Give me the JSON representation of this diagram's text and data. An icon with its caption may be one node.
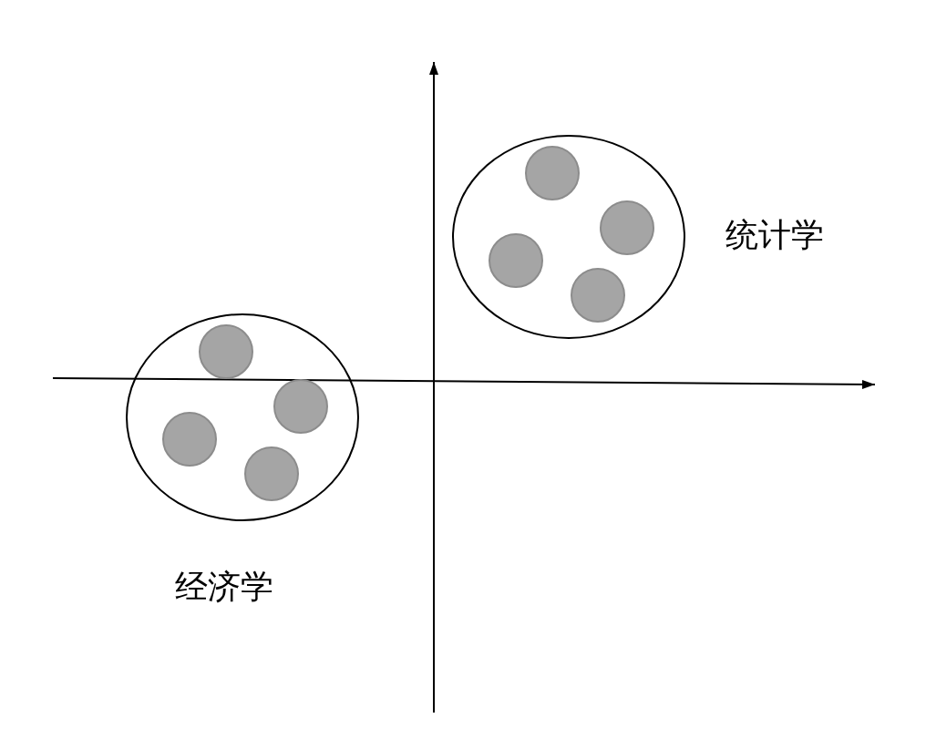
{
  "diagram": {
    "nodes": [
      {
        "text": [],
        "shape": "ellipse",
        "beside": [
          "统计学"
        ]
      },
      {
        "text": [],
        "shape": "circle",
        "in": 0
      },
      {
        "text": [],
        "shape": "circle",
        "in": 0
      },
      {
        "text": [],
        "shape": "circle",
        "in": 0
      },
      {
        "text": [],
        "shape": "circle",
        "in": 0
      },
      {
        "text": [],
        "shape": "ellipse",
        "beside": [
          "经济学"
        ]
      },
      {
        "text": [],
        "shape": "circle",
        "in": 5
      },
      {
        "text": [],
        "shape": "circle",
        "in": 5
      },
      {
        "text": [],
        "shape": "circle",
        "in": 5
      },
      {
        "text": [],
        "shape": "circle",
        "in": 5
      }
    ]
  }
}
